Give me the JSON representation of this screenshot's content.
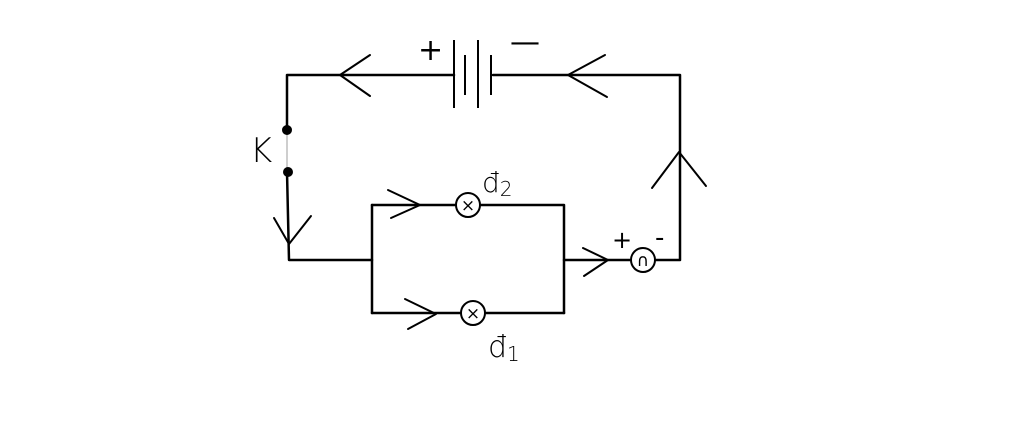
{
  "diagram": {
    "battery": {
      "plus": "+",
      "minus": "—"
    },
    "switch": {
      "label": "K"
    },
    "lamps": [
      {
        "label": "đ",
        "subscript": "2",
        "symbol": "×"
      },
      {
        "label": "đ",
        "subscript": "1",
        "symbol": "×"
      }
    ],
    "ammeter": {
      "plus": "+",
      "minus": "-",
      "symbol": "∩"
    }
  }
}
